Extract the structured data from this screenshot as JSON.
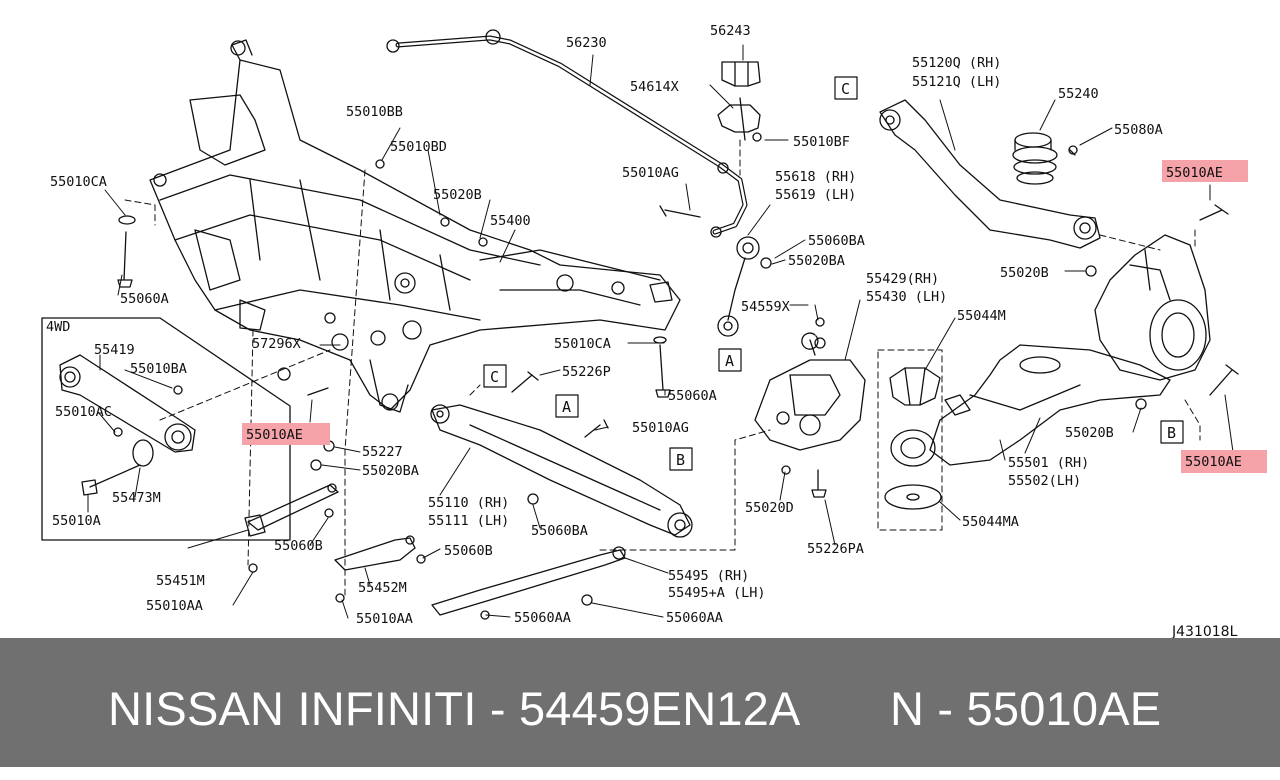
{
  "diagram": {
    "reference_code": "J431018L",
    "section_4wd": {
      "title": "4WD"
    },
    "callouts": {
      "c_56230": "56230",
      "c_56243": "56243",
      "c_54614x": "54614X",
      "c_55010bf": "55010BF",
      "c_55120q": "55120Q (RH)",
      "c_55121q": "55121Q (LH)",
      "c_55240": "55240",
      "c_55080a": "55080A",
      "c_55010bb": "55010BB",
      "c_55010bd": "55010BD",
      "c_55010ca_l": "55010CA",
      "c_55020b_1": "55020B",
      "c_55400": "55400",
      "c_55010ag_1": "55010AG",
      "c_55618": "55618 (RH)",
      "c_55619": "55619 (LH)",
      "c_55060ba_1": "55060BA",
      "c_55020ba_1": "55020BA",
      "c_55010ae_top": "55010AE",
      "c_55020b_2": "55020B",
      "c_55060a_l": "55060A",
      "c_55429": "55429(RH)",
      "c_55430": "55430 (LH)",
      "c_55044m": "55044M",
      "c_54559x": "54559X",
      "c_55419": "55419",
      "c_55010ba": "55010BA",
      "c_57296x": "57296X",
      "c_55010ca_c": "55010CA",
      "c_55226p": "55226P",
      "c_55060a_c": "55060A",
      "c_55010ac": "55010AC",
      "c_55010ae_mid": "55010AE",
      "c_55010ag_2": "55010AG",
      "c_55227": "55227",
      "c_55020ba_2": "55020BA",
      "c_55020b_3": "55020B",
      "c_55010ae_right": "55010AE",
      "c_55501": "55501 (RH)",
      "c_55502": "55502(LH)",
      "c_55473m": "55473M",
      "c_55110": "55110 (RH)",
      "c_55111": "55111 (LH)",
      "c_55020d": "55020D",
      "c_55010a": "55010A",
      "c_55060ba_2": "55060BA",
      "c_55044ma": "55044MA",
      "c_55060b_1": "55060B",
      "c_55060b_2": "55060B",
      "c_55226pa": "55226PA",
      "c_55451m": "55451M",
      "c_55452m": "55452M",
      "c_55495": "55495 (RH)",
      "c_55495a": "55495+A (LH)",
      "c_55010aa_1": "55010AA",
      "c_55010aa_2": "55010AA",
      "c_55060aa_1": "55060AA",
      "c_55060aa_2": "55060AA"
    },
    "box_letters": {
      "c1": "C",
      "c2": "C",
      "a1": "A",
      "a2": "A",
      "b1": "B",
      "b2": "B"
    },
    "highlight_color": "#f5a3a8"
  },
  "footer": {
    "left_text": "NISSAN INFINITI - 54459EN12A",
    "right_text": "N - 55010AE",
    "background": "#707070",
    "text_color": "#ffffff"
  }
}
